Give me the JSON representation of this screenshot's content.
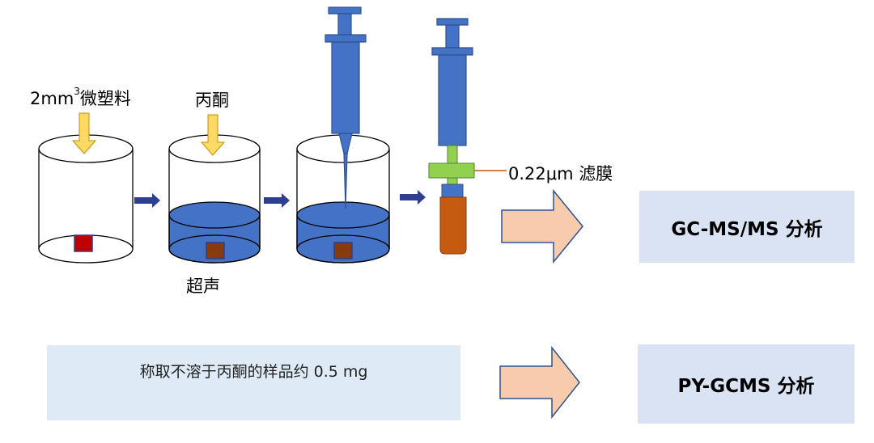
{
  "labels": {
    "microplastic_prefix": "2mm",
    "microplastic_exp": "3",
    "microplastic_suffix": "微塑料",
    "acetone": "丙酮",
    "ultrasound": "超声",
    "filter_membrane": "0.22μm 滤膜"
  },
  "outputs": {
    "gcms_label": "GC-MS/MS 分析",
    "pygcms_label": "PY-GCMS 分析"
  },
  "residue_step": {
    "text": "称取不溶于丙酮的样品约 0.5 mg"
  },
  "colors": {
    "solvent_blue": "#4472c4",
    "syringe_blue": "#4472c4",
    "sample_red": "#c00000",
    "sample_brown": "#843c0c",
    "arrow_yellow": "#ffd966",
    "flow_arrow_navy": "#2f3f8f",
    "filter_green": "#92d050",
    "vial_orange": "#c55a11",
    "big_arrow_fill": "#f8cbad",
    "result_box": "#dae3f3"
  }
}
